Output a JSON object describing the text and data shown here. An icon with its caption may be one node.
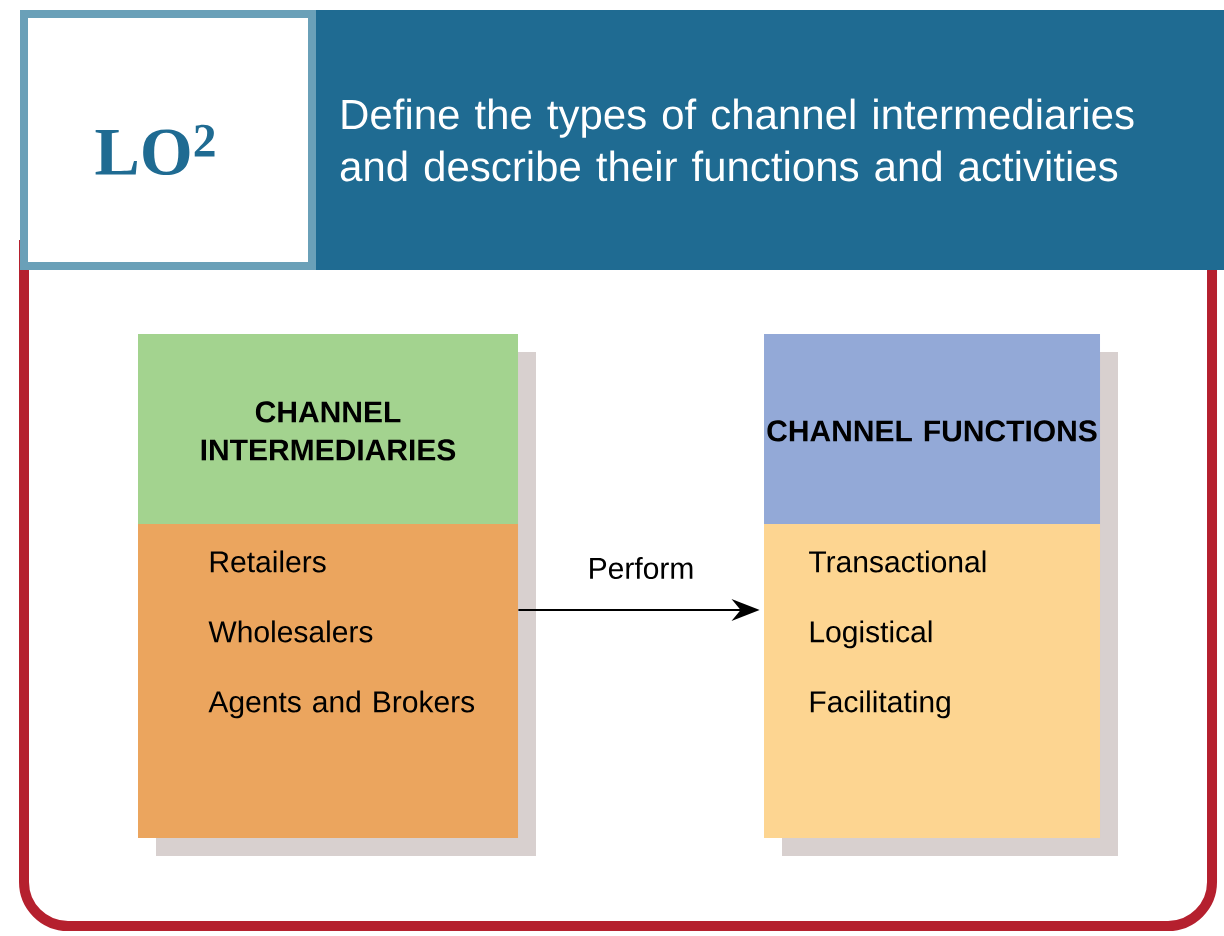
{
  "diagram": {
    "title": "Define the types of channel intermediaries and describe their functions and activities",
    "nodes": [
      {
        "text": [
          "LO$^{2}$"
        ]
      },
      {
        "text": [
          "CHANNEL INTERMEDIARIES",
          "Retailers",
          "Wholesalers",
          "Agents and Brokers"
        ]
      },
      {
        "text": [
          "CHANNEL FUNCTIONS",
          "Transactional",
          "Logistical",
          "Facilitating"
        ]
      }
    ],
    "edges": [
      {
        "from": 1,
        "to": 2,
        "arrow": "to",
        "label": "Perform"
      }
    ]
  }
}
